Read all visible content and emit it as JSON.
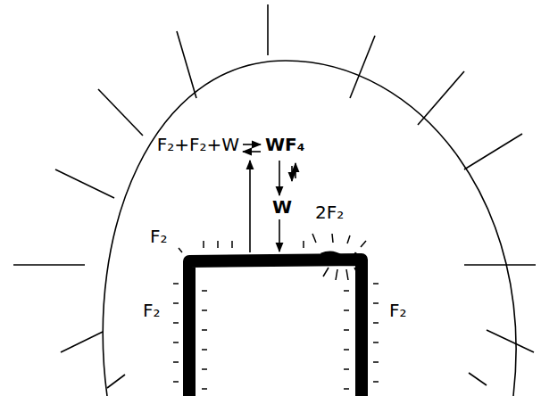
{
  "diagram": {
    "nodes": [
      {
        "text": [
          "F₂+F₂+W",
          "WF₄",
          "W",
          "2F₂",
          "F₂",
          "F₂",
          "F₂"
        ]
      }
    ]
  }
}
